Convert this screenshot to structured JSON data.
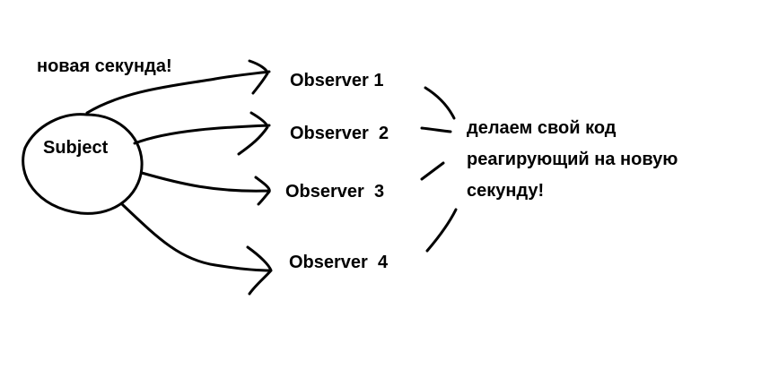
{
  "event_label": "новая секунда!",
  "subject_label": "Subject",
  "observers": [
    "Observer 1",
    "Observer  2",
    "Observer  3",
    "Observer  4"
  ],
  "reaction_lines": [
    "делаем свой код",
    "реагирующий на новую",
    "секунду!"
  ]
}
